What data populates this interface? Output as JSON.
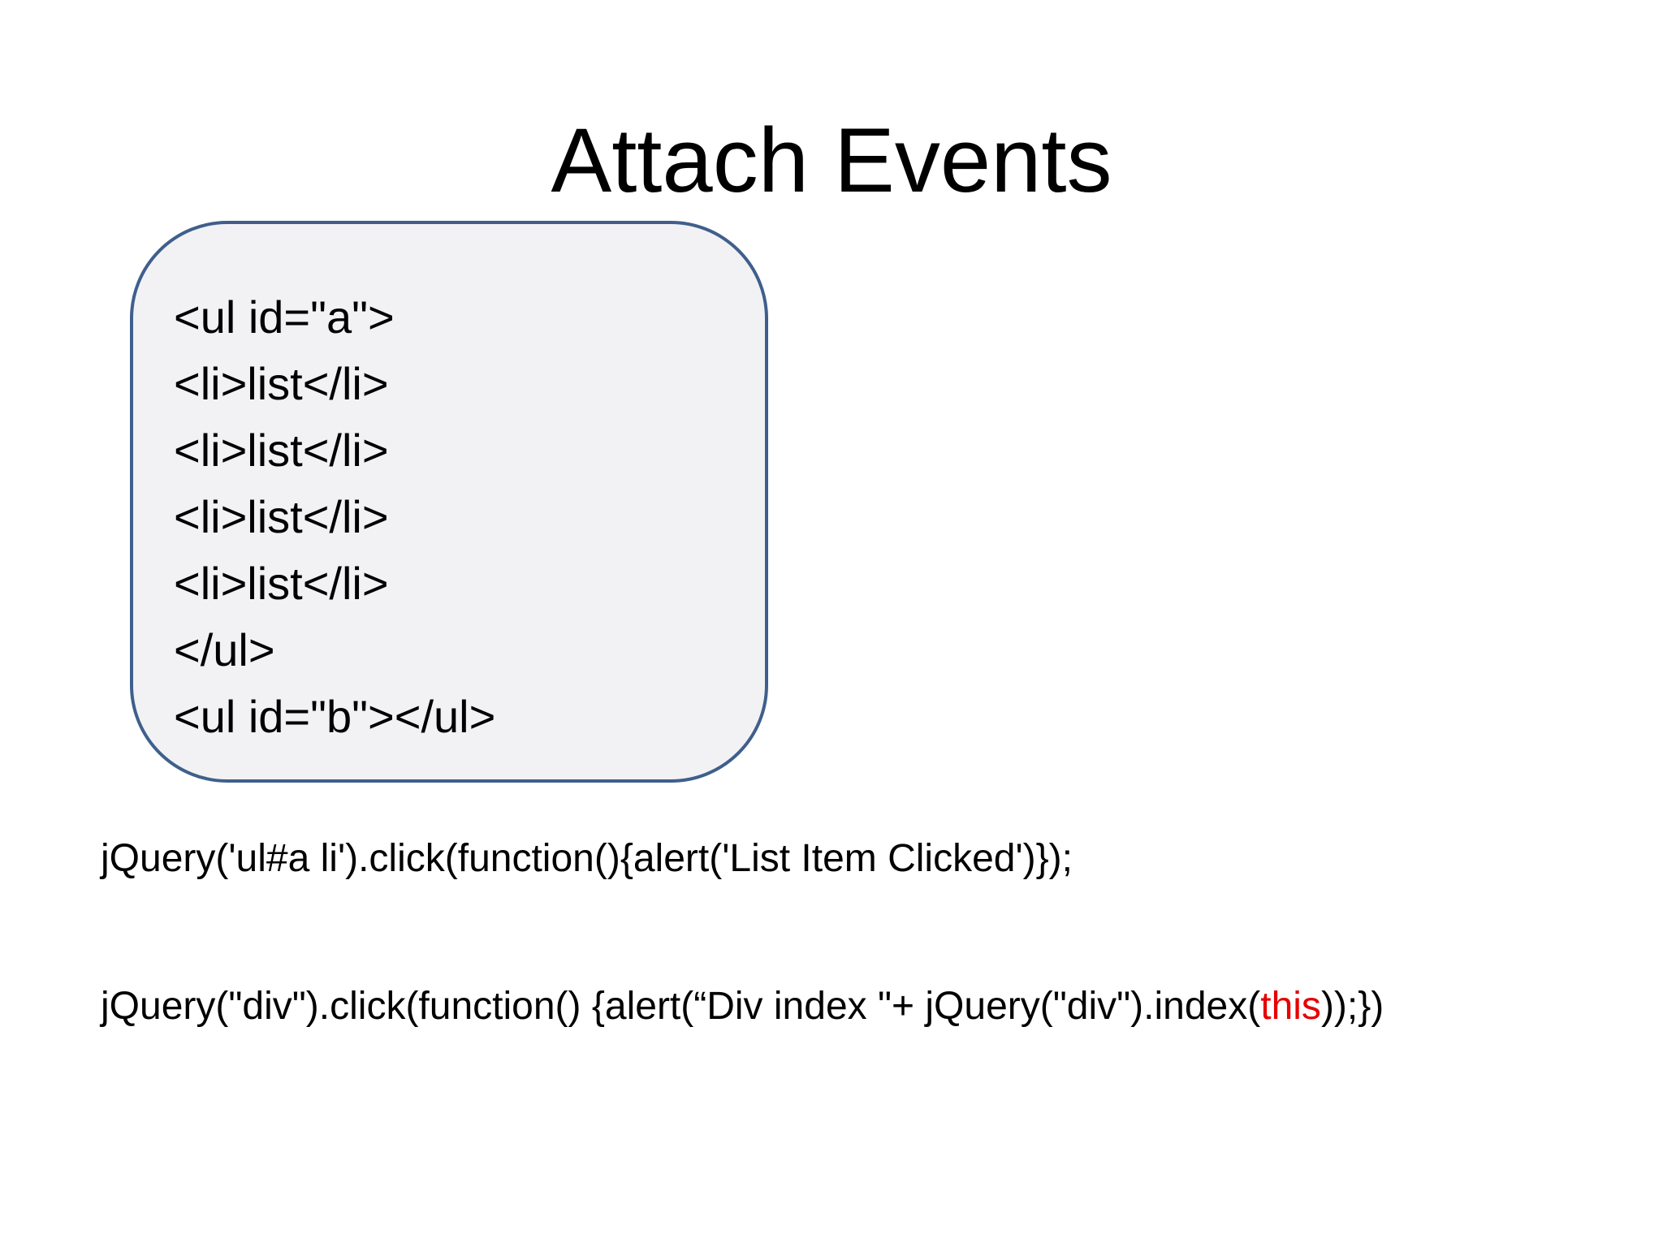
{
  "slide": {
    "title": "Attach Events",
    "code_box": {
      "lines": [
        "<ul id=\"a\">",
        "<li>list</li>",
        "<li>list</li>",
        "<li>list</li>",
        "<li>list</li>",
        "</ul>",
        "<ul id=\"b\"></ul>"
      ]
    },
    "statements": {
      "first": "jQuery('ul#a li').click(function(){alert('List Item Clicked')});",
      "second": {
        "before": "jQuery(\"div\").click(function() {alert(“Div index \"+ jQuery(\"div\").index(",
        "highlight": "this",
        "after": "));})"
      }
    }
  },
  "colors": {
    "box_border": "#3f5f8c",
    "box_fill": "#f2f2f4",
    "highlight": "#e60000",
    "text": "#000000"
  }
}
